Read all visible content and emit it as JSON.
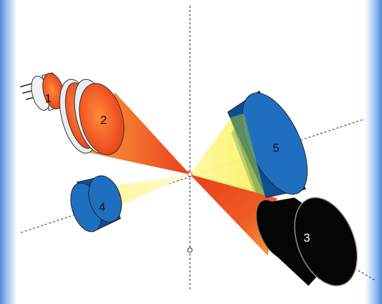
{
  "components": [
    {
      "id": "1",
      "label": "1"
    },
    {
      "id": "2",
      "label": "2"
    },
    {
      "id": "3",
      "label": "3"
    },
    {
      "id": "4",
      "label": "4"
    },
    {
      "id": "5",
      "label": "5"
    }
  ],
  "colors": {
    "beam_red": "#e8401a",
    "beam_orange": "#f7a23a",
    "beam_yellow": "#fff24d",
    "lens_orange": "#f05a28",
    "ring_fill": "#e8edf2",
    "detector_blue": "#1f6fc1",
    "detector_blue_dark": "#0e4f93",
    "detector_black": "#050505",
    "axis_line": "#444444",
    "frame_blue": "#4f8ad8"
  }
}
